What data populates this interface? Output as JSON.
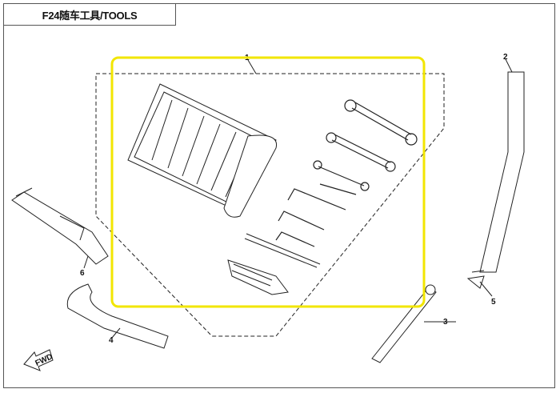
{
  "title": "F24随车工具/TOOLS",
  "callouts": [
    "1",
    "2",
    "3",
    "4",
    "5",
    "6"
  ],
  "fwd_label": "FWD",
  "highlight_color": "#f2e600"
}
